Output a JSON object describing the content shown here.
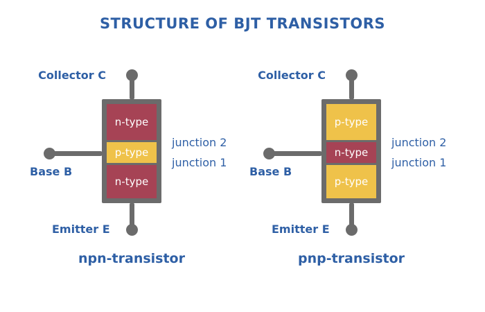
{
  "title": "STRUCTURE OF BJT TRANSISTORS",
  "colors": {
    "label_blue": "#2E5FA5",
    "lead_gray": "#6B6B6B",
    "n_type_red": "#A64355",
    "p_type_yellow": "#EFC24A",
    "layer_text": "#FFFFFF",
    "background": "#FFFFFF"
  },
  "transistors": [
    {
      "name": "npn-transistor",
      "collector_label": "Collector C",
      "base_label": "Base B",
      "emitter_label": "Emitter E",
      "junction2_label": "junction 2",
      "junction1_label": "junction 1",
      "layers": [
        {
          "label": "n-type",
          "type": "n"
        },
        {
          "label": "p-type",
          "type": "p"
        },
        {
          "label": "n-type",
          "type": "n"
        }
      ]
    },
    {
      "name": "pnp-transistor",
      "collector_label": "Collector C",
      "base_label": "Base B",
      "emitter_label": "Emitter E",
      "junction2_label": "junction 2",
      "junction1_label": "junction 1",
      "layers": [
        {
          "label": "p-type",
          "type": "p"
        },
        {
          "label": "n-type",
          "type": "n"
        },
        {
          "label": "p-type",
          "type": "p"
        }
      ]
    }
  ]
}
